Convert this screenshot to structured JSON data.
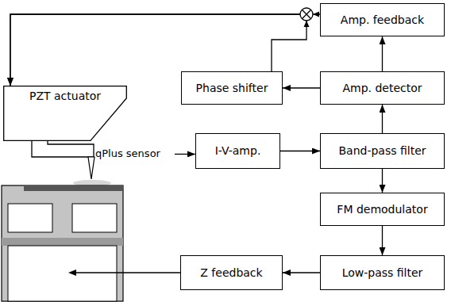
{
  "diagram": {
    "nodes": [
      {
        "text": [
          "Amp. feedback"
        ]
      },
      {
        "text": [
          "Phase shifter"
        ]
      },
      {
        "text": [
          "Amp. detector"
        ]
      },
      {
        "text": [
          "PZT actuator"
        ]
      },
      {
        "text": [
          "qPlus sensor"
        ]
      },
      {
        "text": [
          "I-V-amp."
        ]
      },
      {
        "text": [
          "Band-pass filter"
        ]
      },
      {
        "text": [
          "FM demodulator"
        ]
      },
      {
        "text": [
          "Z feedback"
        ]
      },
      {
        "text": [
          "Low-pass filter"
        ]
      }
    ],
    "edges": [
      {
        "from": 0,
        "to": 3,
        "arrow": "to"
      },
      {
        "from": 1,
        "to": 3,
        "arrow": "to"
      },
      {
        "from": 2,
        "to": 0,
        "arrow": "to"
      },
      {
        "from": 2,
        "to": 1,
        "arrow": "to"
      },
      {
        "from": 4,
        "to": 5,
        "arrow": "to"
      },
      {
        "from": 5,
        "to": 6,
        "arrow": "to"
      },
      {
        "from": 6,
        "to": 2,
        "arrow": "to"
      },
      {
        "from": 6,
        "to": 7,
        "arrow": "to"
      },
      {
        "from": 7,
        "to": 9,
        "arrow": "to"
      },
      {
        "from": 9,
        "to": 8,
        "arrow": "to"
      }
    ]
  }
}
